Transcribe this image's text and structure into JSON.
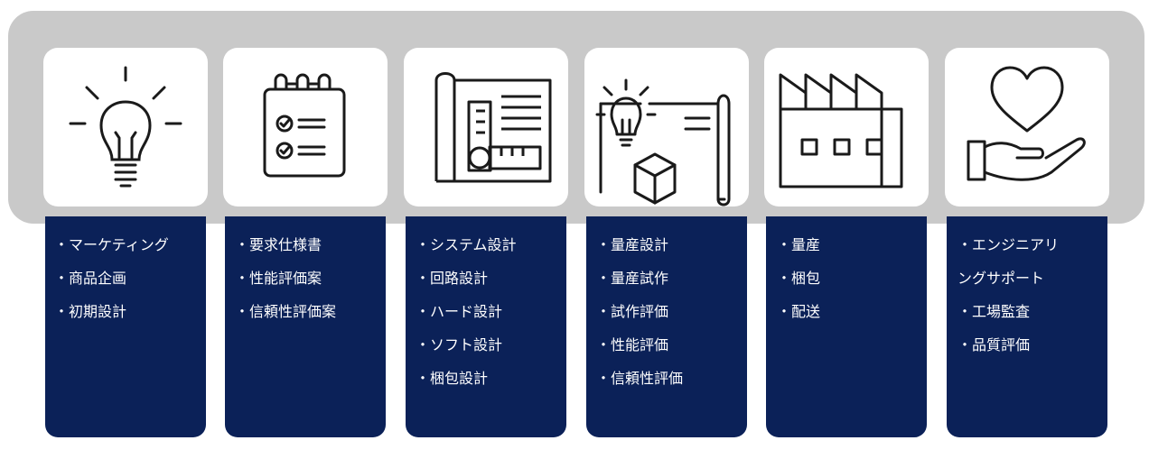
{
  "colors": {
    "band": "#c9c9c9",
    "column": "#0b2158",
    "card": "#ffffff",
    "text": "#ffffff",
    "icon": "#1a1a1a"
  },
  "stages": [
    {
      "icon": "lightbulb-icon",
      "items": [
        "・マーケティング",
        "・商品企画",
        "・初期設計"
      ]
    },
    {
      "icon": "checklist-icon",
      "items": [
        "・要求仕様書",
        "・性能評価案",
        "・信頼性評価案"
      ]
    },
    {
      "icon": "blueprint-icon",
      "items": [
        "・システム設計",
        "・回路設計",
        "・ハード設計",
        "・ソフト設計",
        "・梱包設計"
      ]
    },
    {
      "icon": "idea-box-blueprint-icon",
      "items": [
        "・量産設計",
        "・量産試作",
        "・試作評価",
        "・性能評価",
        "・信頼性評価"
      ]
    },
    {
      "icon": "factory-icon",
      "items": [
        "・量産",
        "・梱包",
        "・配送"
      ]
    },
    {
      "icon": "heart-hand-icon",
      "items": [
        "・エンジニアリ",
        "ングサポート",
        "・工場監査",
        "・品質評価"
      ]
    }
  ]
}
